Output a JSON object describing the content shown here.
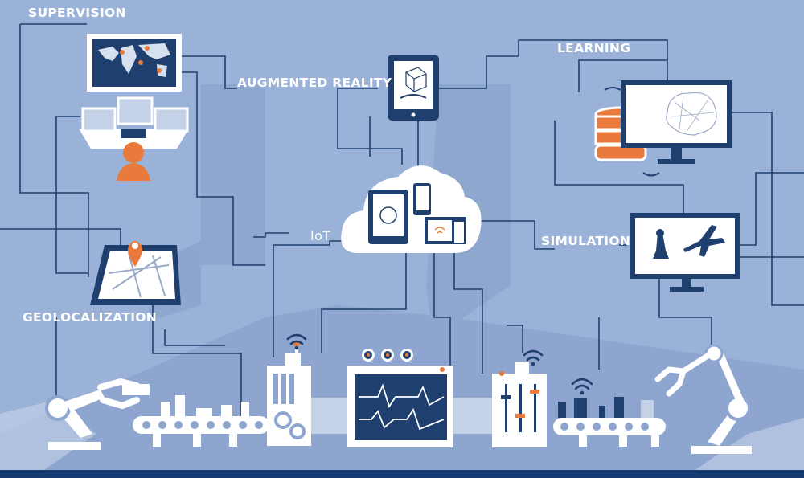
{
  "labels": {
    "supervision": "SUPERVISION",
    "augmented_reality": "AUGMENTED REALITY",
    "learning": "LEARNING",
    "iot": "IoT",
    "simulation": "SIMULATION",
    "geolocalization": "GEOLOCALIZATION"
  },
  "colors": {
    "background": "#9bb2d8",
    "line": "#1f3f6e",
    "navy": "#1f3f6e",
    "accent": "#ea7a3c",
    "white": "#ffffff",
    "bottom_bar": "#163a72"
  },
  "icons": [
    "world-map-monitor-icon",
    "operator-workstation-icon",
    "tablet-ar-cube-icon",
    "cloud-devices-icon",
    "database-icon",
    "brain-monitor-icon",
    "flight-simulator-monitor-icon",
    "map-tablet-pin-icon",
    "robot-arm-icon",
    "conveyor-belt-icon",
    "gears-machine-icon",
    "oscilloscope-screen-icon",
    "control-panel-icon",
    "wifi-icon"
  ]
}
